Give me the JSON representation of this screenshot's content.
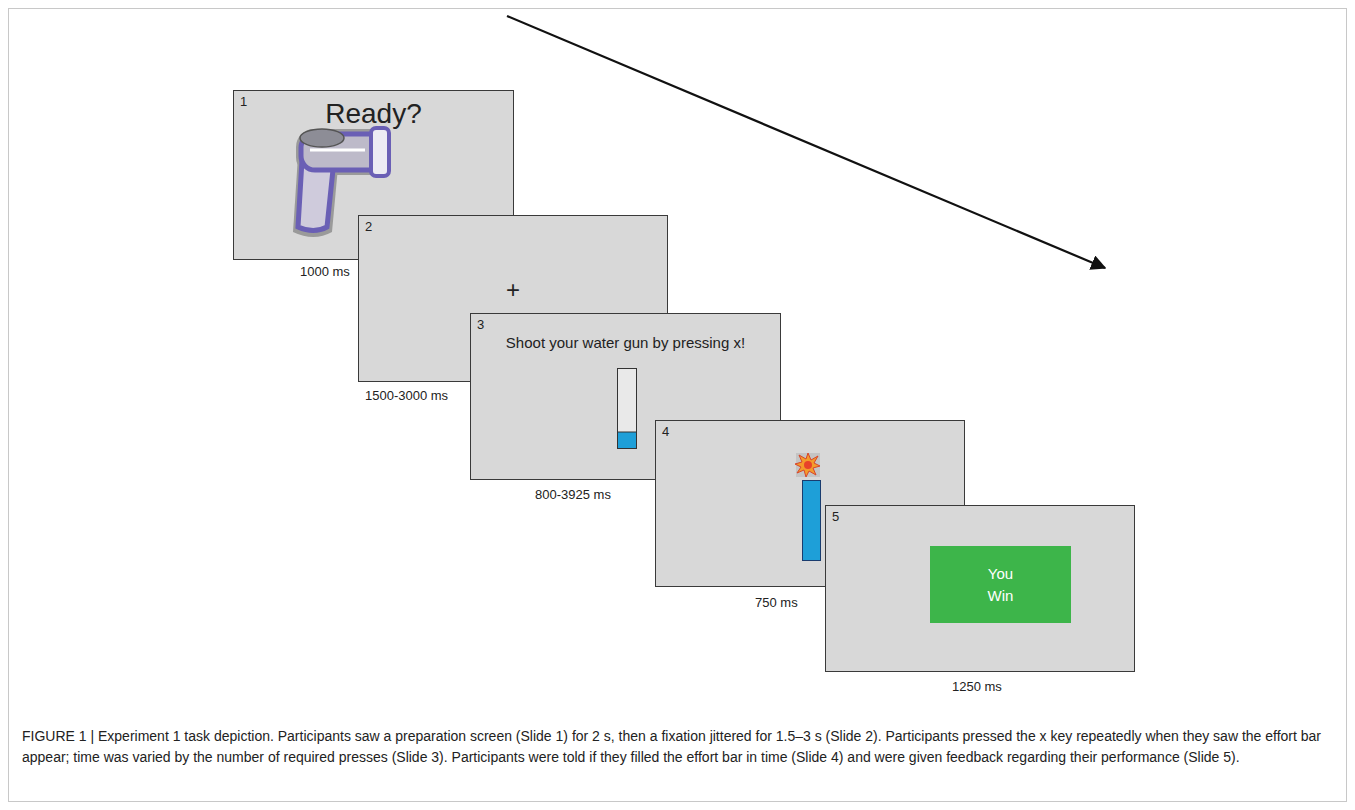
{
  "diagram": {
    "caption": "FIGURE 1 | Experiment 1 task depiction. Participants saw a preparation screen (Slide 1) for 2 s, then a fixation jittered for 1.5–3 s (Slide 2). Participants pressed the x key repeatedly when they saw the effort bar appear; time was varied by the number of required presses (Slide 3). Participants were told if they filled the effort bar in time (Slide 4) and were given feedback regarding their performance (Slide 5).",
    "nodes": [
      {
        "text": [
          "1",
          "Ready?"
        ]
      },
      {
        "text": [
          "2",
          "+"
        ]
      },
      {
        "text": [
          "3",
          "Shoot your water gun by pressing x!"
        ]
      },
      {
        "text": [
          "4"
        ]
      },
      {
        "text": [
          "5"
        ]
      },
      {
        "text": [
          "You Win"
        ],
        "in": 4
      }
    ],
    "labels": [
      "1000 ms",
      "1500-3000 ms",
      "800-3925 ms",
      "750 ms",
      "1250 ms"
    ]
  }
}
